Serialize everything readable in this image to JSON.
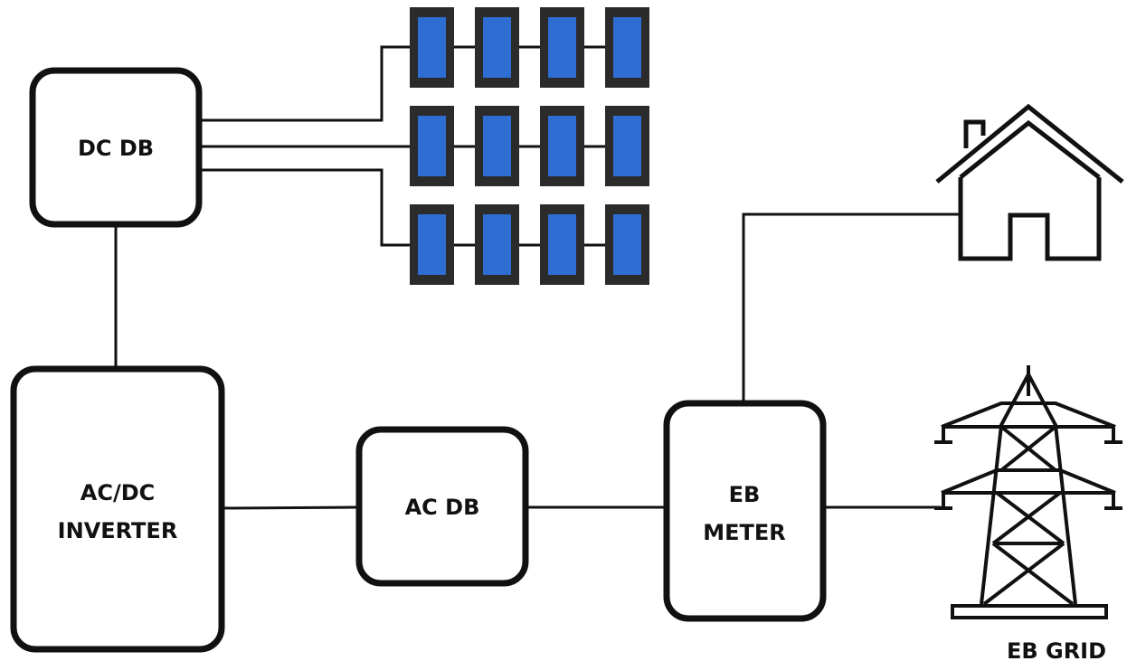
{
  "blocks": {
    "dc_db": {
      "label": "DC DB"
    },
    "inverter": {
      "line1": "AC/DC",
      "line2": "INVERTER"
    },
    "ac_db": {
      "label": "AC DB"
    },
    "eb_meter": {
      "line1": "EB",
      "line2": "METER"
    }
  },
  "grid": {
    "label": "EB GRID"
  },
  "colors": {
    "line": "#111111",
    "panel_frame": "#2b2b2b",
    "panel_cell": "#2e6dd1",
    "background": "#ffffff"
  },
  "icons": {
    "solar_panel": "solar-panel-icon",
    "house": "house-icon",
    "tower": "transmission-tower-icon"
  }
}
